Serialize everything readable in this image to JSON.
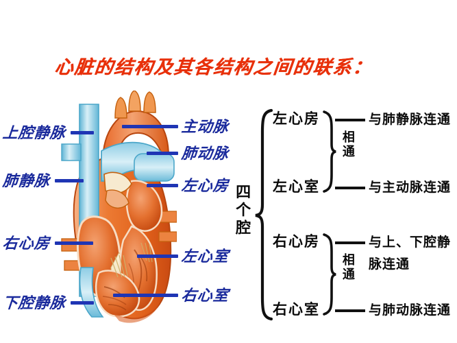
{
  "page": {
    "title": "心脏的结构及其各结构之间的联系：",
    "title_color": "#e8300a",
    "label_color": "#1a2a9c",
    "line_color": "#1f35b4",
    "schematic_color": "#0b0b0b",
    "background": "#ffffff"
  },
  "diagram": {
    "name": "heart-anatomy-illustration",
    "colors": {
      "muscle": "#e8631f",
      "muscle_light": "#f2a06a",
      "muscle_dark": "#c94a12",
      "vessel_blue": "#7fc6e0",
      "vessel_blue_light": "#cfeaf4",
      "valve_cream": "#f6eccd",
      "outline": "#b8460f"
    }
  },
  "left_labels": [
    {
      "id": "superior-vena-cava",
      "text": "上腔静脉"
    },
    {
      "id": "pulmonary-vein",
      "text": "肺静脉"
    },
    {
      "id": "right-atrium",
      "text": "右心房"
    },
    {
      "id": "inferior-vena-cava",
      "text": "下腔静脉"
    }
  ],
  "right_labels": [
    {
      "id": "aorta",
      "text": "主动脉"
    },
    {
      "id": "pulmonary-artery",
      "text": "肺动脉"
    },
    {
      "id": "left-atrium",
      "text": "左心房"
    },
    {
      "id": "left-ventricle",
      "text": "左心室"
    },
    {
      "id": "right-ventricle",
      "text": "右心室"
    }
  ],
  "schematic": {
    "group_label": "四个腔",
    "groups": [
      {
        "id": "left-side",
        "connector_label": "相通",
        "chambers": [
          {
            "id": "left-atrium",
            "name": "左心房",
            "connection": "与肺静脉连通"
          },
          {
            "id": "left-ventricle",
            "name": "左心室",
            "connection": "与主动脉连通"
          }
        ]
      },
      {
        "id": "right-side",
        "connector_label": "相通",
        "chambers": [
          {
            "id": "right-atrium",
            "name": "右心房",
            "connection_line1": "与上、下腔静",
            "connection_line2": "脉连通"
          },
          {
            "id": "right-ventricle",
            "name": "右心室",
            "connection_line1": "与肺动脉连通",
            "connection_line2": ""
          }
        ]
      }
    ]
  }
}
